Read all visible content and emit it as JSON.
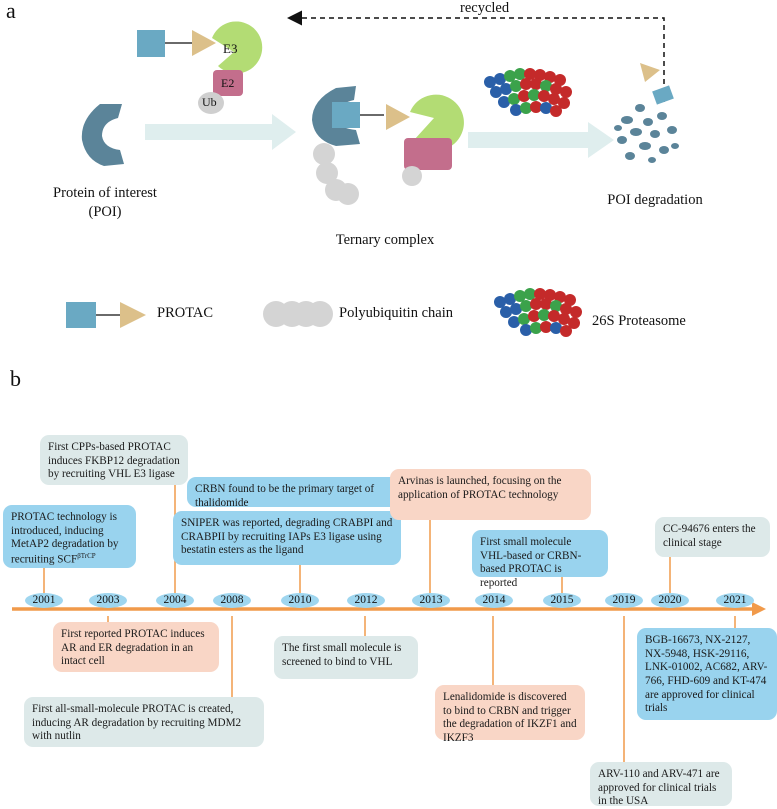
{
  "panel_a": {
    "letter": "a",
    "recycled": "recycled",
    "e3_label": "E3",
    "e2_label": "E2",
    "ub_label": "Ub",
    "poi_label_line1": "Protein of interest",
    "poi_label_line2": "(POI)",
    "ternary_label": "Ternary complex",
    "degradation_label": "POI degradation",
    "legend": {
      "protac": "PROTAC",
      "polyub": "Polyubiquitin chain",
      "proteasome": "26S Proteasome"
    }
  },
  "panel_b": {
    "letter": "b",
    "years": [
      "2001",
      "2003",
      "2004",
      "2008",
      "2010",
      "2012",
      "2013",
      "2014",
      "2015",
      "2019",
      "2020",
      "2021"
    ],
    "events": {
      "e2001": "PROTAC technology is introduced, inducing MetAP2 degradation by recruiting SCF",
      "e2001_sup": "βTrCP",
      "e2003": "First reported PROTAC induces AR and ER degradation in an intact cell",
      "e2004": "First CPPs-based PROTAC induces FKBP12 degradation by recruiting VHL E3 ligase",
      "e2008": "First all-small-molecule PROTAC is created, inducing AR degradation by recruiting MDM2 with nutlin",
      "e2010a": "CRBN found to be the primary target of thalidomide",
      "e2010b": "SNIPER was reported, degrading CRABPI and CRABPII by recruiting IAPs E3 ligase using bestatin esters as the ligand",
      "e2012": "The first small molecule is screened to bind to VHL",
      "e2013": "Arvinas is launched, focusing on the application of PROTAC technology",
      "e2014": "Lenalidomide is discovered to bind to CRBN and trigger the degradation of IKZF1 and IKZF3",
      "e2015": "First small molecule VHL-based or CRBN-based PROTAC is reported",
      "e2019": "ARV-110 and ARV-471 are approved for clinical trials in the USA",
      "e2020": "CC-94676 enters the clinical stage",
      "e2021": "BGB-16673, NX-2127, NX-5948, HSK-29116, LNK-01002, AC682, ARV-766, FHD-609 and KT-474 are approved for clinical trials"
    }
  },
  "colors": {
    "poi": "#5b8499",
    "protac_square": "#6aa9c3",
    "protac_triangle": "#dcc08a",
    "e3": "#b3dc74",
    "e2": "#c36e8c",
    "ub": "#cfcfcf",
    "arrow_light": "#dfeeee",
    "timeline": "#f19a4a",
    "proteasome_blue": "#2a5fa8",
    "proteasome_red": "#c42a2a",
    "proteasome_green": "#3ba24b"
  }
}
